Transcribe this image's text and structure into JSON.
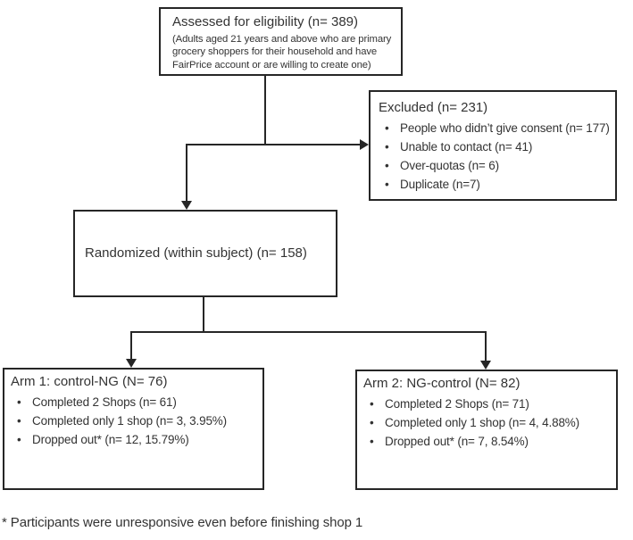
{
  "diagram": {
    "assessed": {
      "title": "Assessed for eligibility (n= 389)",
      "criteria": "(Adults aged 21 years and above who are primary grocery shoppers for their household and have FairPrice account or are willing to create one)"
    },
    "excluded": {
      "title": "Excluded (n= 231)",
      "items": [
        "People who didn’t give consent (n= 177)",
        "Unable to contact (n= 41)",
        "Over-quotas (n= 6)",
        "Duplicate (n=7)"
      ]
    },
    "randomized": {
      "title": "Randomized (within subject) (n= 158)"
    },
    "arm1": {
      "title": "Arm 1: control-NG (N= 76)",
      "items": [
        "Completed 2 Shops (n= 61)",
        "Completed only 1 shop (n= 3, 3.95%)",
        "Dropped out* (n= 12, 15.79%)"
      ]
    },
    "arm2": {
      "title": "Arm 2: NG-control (N= 82)",
      "items": [
        "Completed 2 Shops (n= 71)",
        "Completed only 1 shop (n= 4, 4.88%)",
        "Dropped out* (n= 7, 8.54%)"
      ]
    },
    "footnote": "* Participants were unresponsive even before finishing shop 1"
  },
  "colors": {
    "line": "#262626",
    "text": "#333333",
    "background": "#ffffff"
  }
}
